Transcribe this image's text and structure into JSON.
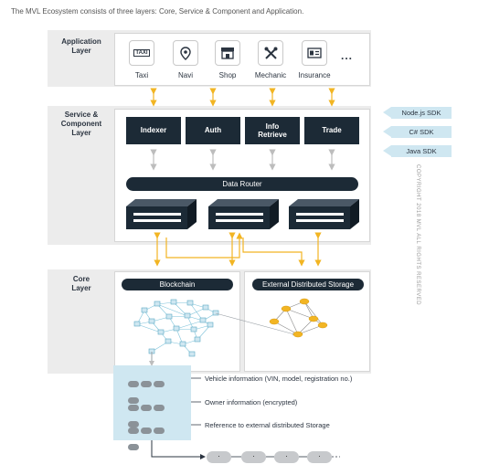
{
  "caption": "The MVL Ecosystem consists of three layers: Core, Service & Component and Application.",
  "layers": {
    "application": {
      "label_line1": "Application",
      "label_line2": "Layer"
    },
    "service": {
      "label_line1": "Service &",
      "label_line2": "Component",
      "label_line3": "Layer"
    },
    "core": {
      "label_line1": "Core",
      "label_line2": "Layer"
    }
  },
  "apps": [
    {
      "label": "Taxi",
      "icon": "taxi-icon"
    },
    {
      "label": "Navi",
      "icon": "map-pin-icon"
    },
    {
      "label": "Shop",
      "icon": "shop-icon"
    },
    {
      "label": "Mechanic",
      "icon": "tools-icon"
    },
    {
      "label": "Insurance",
      "icon": "id-card-icon"
    }
  ],
  "apps_more": "...",
  "services": [
    {
      "label_line1": "Indexer",
      "label_line2": ""
    },
    {
      "label_line1": "Auth",
      "label_line2": ""
    },
    {
      "label_line1": "Info",
      "label_line2": "Retrieve"
    },
    {
      "label_line1": "Trade",
      "label_line2": ""
    }
  ],
  "sdks": [
    "Node.js SDK",
    "C# SDK",
    "Java SDK"
  ],
  "data_router": "Data Router",
  "core": {
    "blockchain": "Blockchain",
    "external_storage": "External Distributed Storage"
  },
  "info_items": [
    "Vehicle information (VIN, model, registration no.)",
    "Owner information (encrypted)",
    "Reference to external distributed Storage"
  ],
  "chain_more": "----",
  "copyright": "COPYRIGHT 2018 MVL ALL RIGHTS RESERVED",
  "colors": {
    "dark": "#1c2a36",
    "arrow": "#f2b523",
    "light_blue": "#cfe7f1",
    "band": "#ececec"
  }
}
